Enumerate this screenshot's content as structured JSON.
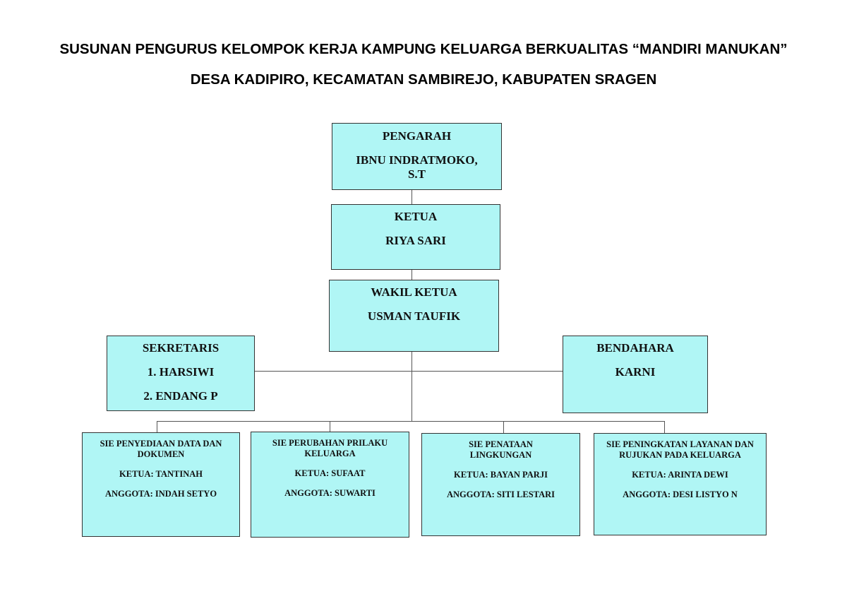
{
  "title_line1": "SUSUNAN PENGURUS KELOMPOK KERJA KAMPUNG KELUARGA BERKUALITAS “MANDIRI MANUKAN”",
  "title_line2": "DESA KADIPIRO, KECAMATAN SAMBIREJO, KABUPATEN SRAGEN",
  "pengarah": {
    "role": "PENGARAH",
    "name1": "IBNU INDRATMOKO,",
    "name2": "S.T"
  },
  "ketua": {
    "role": "KETUA",
    "name": "RIYA SARI"
  },
  "wakil": {
    "role": "WAKIL KETUA",
    "name": "USMAN TAUFIK"
  },
  "sekretaris": {
    "role": "SEKRETARIS",
    "members": [
      "1. HARSIWI",
      "2. ENDANG P"
    ]
  },
  "bendahara": {
    "role": "BENDAHARA",
    "name": "KARNI"
  },
  "sie": [
    {
      "title": "SIE PENYEDIAAN DATA DAN DOKUMEN",
      "ketua": "KETUA: TANTINAH",
      "anggota": "ANGGOTA: INDAH SETYO"
    },
    {
      "title": "SIE PERUBAHAN PRILAKU KELUARGA",
      "ketua": "KETUA: SUFAAT",
      "anggota": "ANGGOTA: SUWARTI"
    },
    {
      "title": "SIE PENATAAN LINGKUNGAN",
      "ketua": "KETUA: BAYAN PARJI",
      "anggota": "ANGGOTA: SITI LESTARI"
    },
    {
      "title": "SIE PENINGKATAN LAYANAN DAN RUJUKAN PADA KELUARGA",
      "ketua": "KETUA: ARINTA DEWI",
      "anggota": "ANGGOTA: DESI LISTYO N"
    }
  ],
  "colors": {
    "box_fill": "#b0f6f5",
    "border": "#333333"
  }
}
